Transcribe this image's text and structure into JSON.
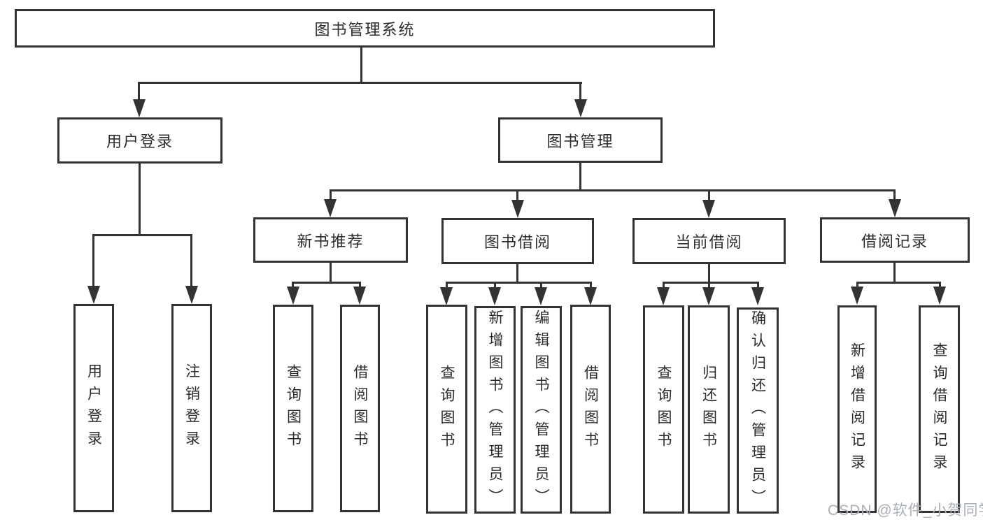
{
  "diagram": {
    "title": "图书管理系统",
    "tree": {
      "label": "图书管理系统",
      "children": [
        {
          "label": "用户登录",
          "children": [
            {
              "label": "用户登录"
            },
            {
              "label": "注销登录"
            }
          ]
        },
        {
          "label": "图书管理",
          "children": [
            {
              "label": "新书推荐",
              "children": [
                {
                  "label": "查询图书"
                },
                {
                  "label": "借阅图书"
                }
              ]
            },
            {
              "label": "图书借阅",
              "children": [
                {
                  "label": "查询图书"
                },
                {
                  "label": "新增图书（管理员）"
                },
                {
                  "label": "编辑图书（管理员）"
                },
                {
                  "label": "借阅图书"
                }
              ]
            },
            {
              "label": "当前借阅",
              "children": [
                {
                  "label": "查询图书"
                },
                {
                  "label": "归还图书"
                },
                {
                  "label": "确认归还（管理员）"
                }
              ]
            },
            {
              "label": "借阅记录",
              "children": [
                {
                  "label": "新增借阅记录"
                },
                {
                  "label": "查询借阅记录"
                }
              ]
            }
          ]
        }
      ]
    },
    "colors": {
      "line": "#333333",
      "text": "#2b2b2b",
      "background": "#ffffff",
      "watermark": "#abb0b6"
    }
  },
  "watermark": {
    "text": "CSDN @软件_小贺同学"
  }
}
